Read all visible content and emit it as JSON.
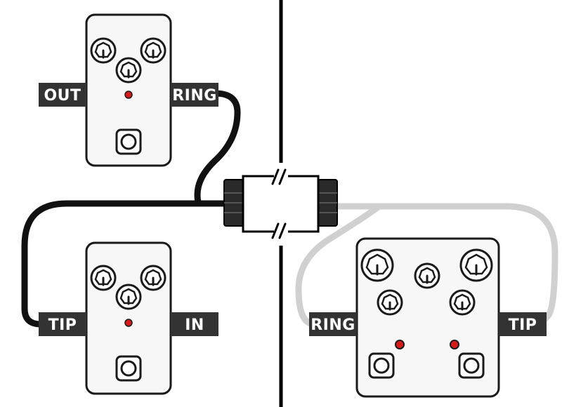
{
  "labels": {
    "top_pedal_out": "OUT",
    "top_pedal_ring": "RING",
    "bottom_pedal_tip": "TIP",
    "bottom_pedal_in": "IN",
    "right_pedal_ring": "RING",
    "right_pedal_tip": "TIP"
  },
  "colors": {
    "pedal_fill": "#f7f7f7",
    "outline": "#1a1a1a",
    "label_bg": "#333333",
    "led": "#d61a1a",
    "cable_dark": "#111111",
    "cable_light": "#d0d0d0",
    "divider": "#000000"
  },
  "icons": {
    "knob": "knob-icon",
    "footswitch": "footswitch-icon",
    "led": "led-icon",
    "connector": "trs-connector-icon",
    "break": "break-mark-icon"
  }
}
